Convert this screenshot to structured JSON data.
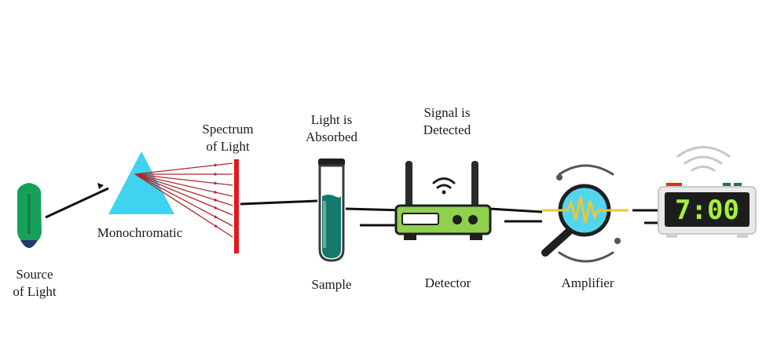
{
  "labels": {
    "source": [
      "Source",
      "of Light"
    ],
    "monochromatic": "Monochromatic",
    "spectrum": [
      "Spectrum",
      "of Light"
    ],
    "absorbed": [
      "Light is",
      "Absorbed"
    ],
    "sample": "Sample",
    "detected": [
      "Signal is",
      "Detected"
    ],
    "detector": "Detector",
    "amplifier": "Amplifier"
  },
  "clock": {
    "time": "7:00"
  },
  "colors": {
    "bulb": "#16a05a",
    "bulb_base": "#1e3a6e",
    "prism": "#3fd3f0",
    "rays": "#b0272d",
    "spectrum_bar": "#e8161f",
    "tube_glass": "#3a3a3a",
    "tube_liquid": "#147a6c",
    "router_body": "#8fd14f",
    "amplifier_lens": "#52d6f0",
    "amplifier_wave": "#f2c431",
    "clock_digits": "#a6f03c"
  },
  "icons": [
    "light-bulb-icon",
    "prism-icon",
    "test-tube-icon",
    "router-icon",
    "wifi-icon",
    "magnifier-icon",
    "digital-clock-icon"
  ]
}
